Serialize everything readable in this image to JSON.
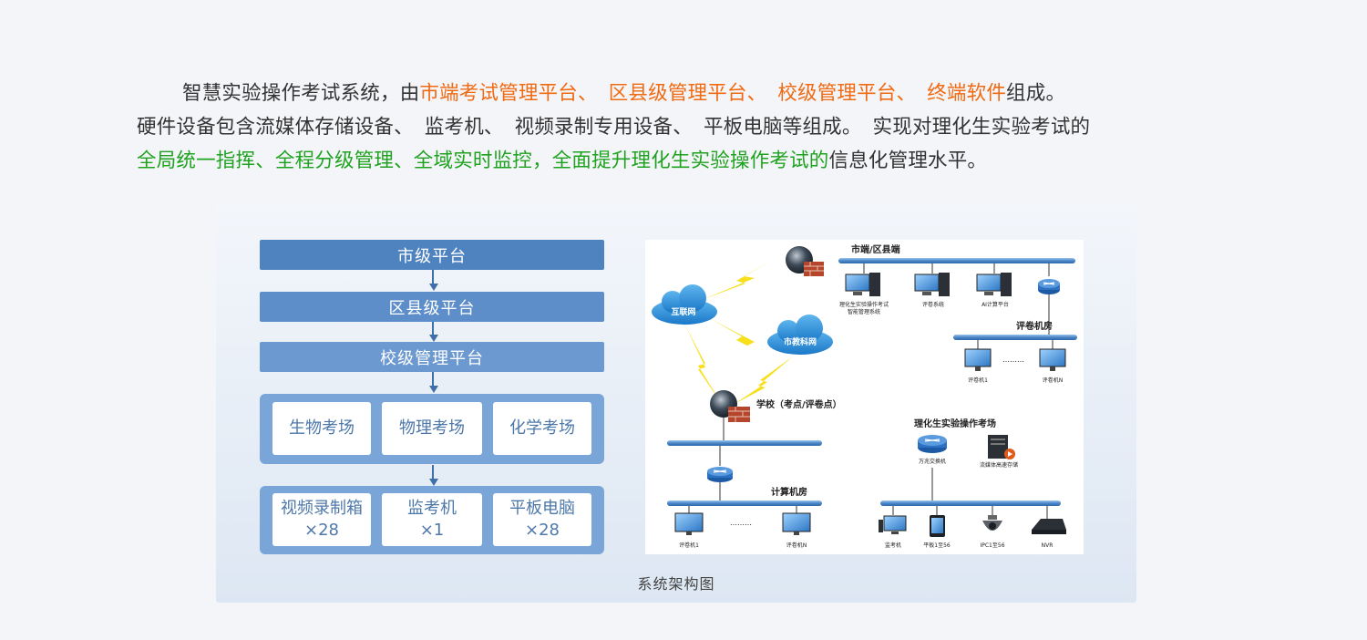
{
  "intro": {
    "l1_a": "智慧实验操作考试系统，由",
    "l1_hl1": "市端考试管理平台、",
    "l1_hl2": "区县级管理平台、",
    "l1_hl3": "校级管理平台、",
    "l1_hl4": "终端软件",
    "l1_b": "组成。",
    "l2_a": "硬件设备包含流媒体存储设备、",
    "l2_b": "监考机、",
    "l2_c": "视频录制专用设备、",
    "l2_d": "平板电脑等组成。",
    "l2_e": "实现对理化生实验考试的",
    "l3_hl": "全局统一指挥、全程分级管理、全域实时监控，全面提升理化生实验操作考试的",
    "l3_b": "信息化管理水平。"
  },
  "tiers": {
    "city": "市级平台",
    "district": "区县级平台",
    "school": "校级管理平台"
  },
  "rooms": [
    "生物考场",
    "物理考场",
    "化学考场"
  ],
  "devices": [
    {
      "name": "视频录制箱",
      "count": "×28"
    },
    {
      "name": "监考机",
      "count": "×1"
    },
    {
      "name": "平板电脑",
      "count": "×28"
    }
  ],
  "caption": "系统架构图",
  "network": {
    "city_label": "市端/区县端",
    "internet": "互联网",
    "edu_net": "市教科网",
    "sys_mgmt_1": "理化生实验操作考试",
    "sys_mgmt_2": "智能管理系统",
    "grading_sys": "评卷系统",
    "ai_platform": "AI计算平台",
    "grading_room": "评卷机房",
    "grader_1": "评卷机1",
    "grader_n": "评卷机N",
    "dots": "………",
    "school": "学校（考点/评卷点）",
    "exam_room": "理化生实验操作考场",
    "switch": "万兆交换机",
    "storage": "流媒体高速存储",
    "computer_room": "计算机房",
    "monitor_pc": "监考机",
    "tablet": "平板1至56",
    "ipc": "IPC1至56",
    "nvr": "NVR"
  },
  "colors": {
    "orange": "#f06a12",
    "green": "#1fa21f",
    "tier_blue": "#4f83c0",
    "group_blue": "#7aa5d8",
    "bus_blue": "#4a86c8"
  }
}
